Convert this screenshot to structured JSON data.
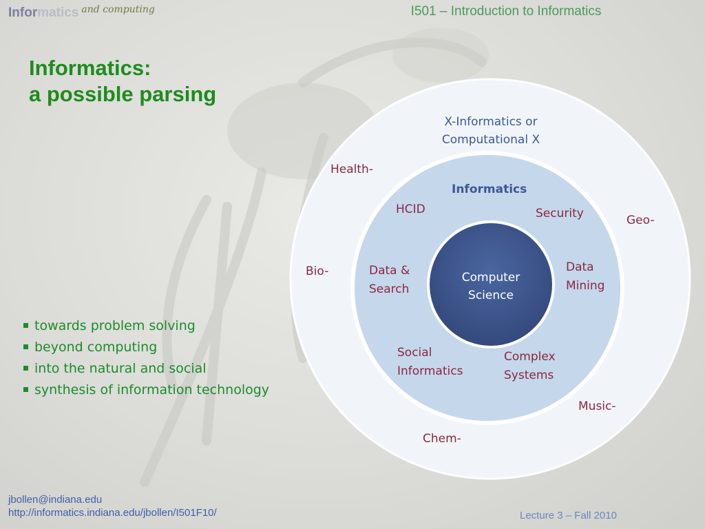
{
  "header": {
    "logo_part1": "Infor",
    "logo_part2": "matics",
    "logo_tagline": "and computing",
    "course_title": "I501 – Introduction to Informatics"
  },
  "title": {
    "line1": "Informatics:",
    "line2": "a possible parsing"
  },
  "bullets": [
    "towards problem solving",
    "beyond computing",
    "into the natural and social",
    "synthesis of information technology"
  ],
  "diagram": {
    "outer": {
      "title_line1": "X-Informatics or",
      "title_line2": "Computational X",
      "prefixes": {
        "health": "Health-",
        "geo": "Geo-",
        "bio": "Bio-",
        "music": "Music-",
        "chem": "Chem-"
      }
    },
    "middle": {
      "title": "Informatics",
      "hcid": "HCID",
      "security": "Security",
      "data_search_line1": "Data &",
      "data_search_line2": "Search",
      "data_mining_line1": "Data",
      "data_mining_line2": "Mining",
      "social_line1": "Social",
      "social_line2": "Informatics",
      "complex_line1": "Complex",
      "complex_line2": "Systems"
    },
    "core": {
      "line1": "Computer",
      "line2": "Science"
    },
    "colors": {
      "outer_fill": "#f2f6fb",
      "middle_fill": "#c5d7eb",
      "core_fill": "#3d5890",
      "label_red": "#8b2740",
      "label_blue": "#3b5998"
    }
  },
  "footer": {
    "email": "jbollen@indiana.edu",
    "url": "http://informatics.indiana.edu/jbollen/I501F10/",
    "lecture": "Lecture 3 – Fall 2010"
  }
}
